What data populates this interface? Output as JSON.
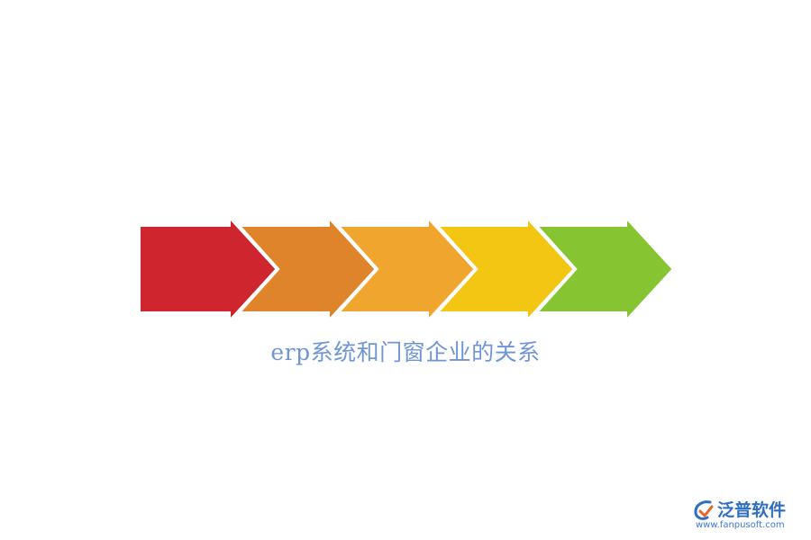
{
  "caption": "erp系统和门窗企业的关系",
  "arrows": [
    {
      "color": "#cf252e"
    },
    {
      "color": "#df842b"
    },
    {
      "color": "#f0a52f"
    },
    {
      "color": "#f2c613"
    },
    {
      "color": "#86c431"
    }
  ],
  "logo": {
    "name": "泛普软件",
    "url": "www.fanpusoft.com",
    "primary_color": "#2f6fc0",
    "accent_color": "#e8632a"
  }
}
